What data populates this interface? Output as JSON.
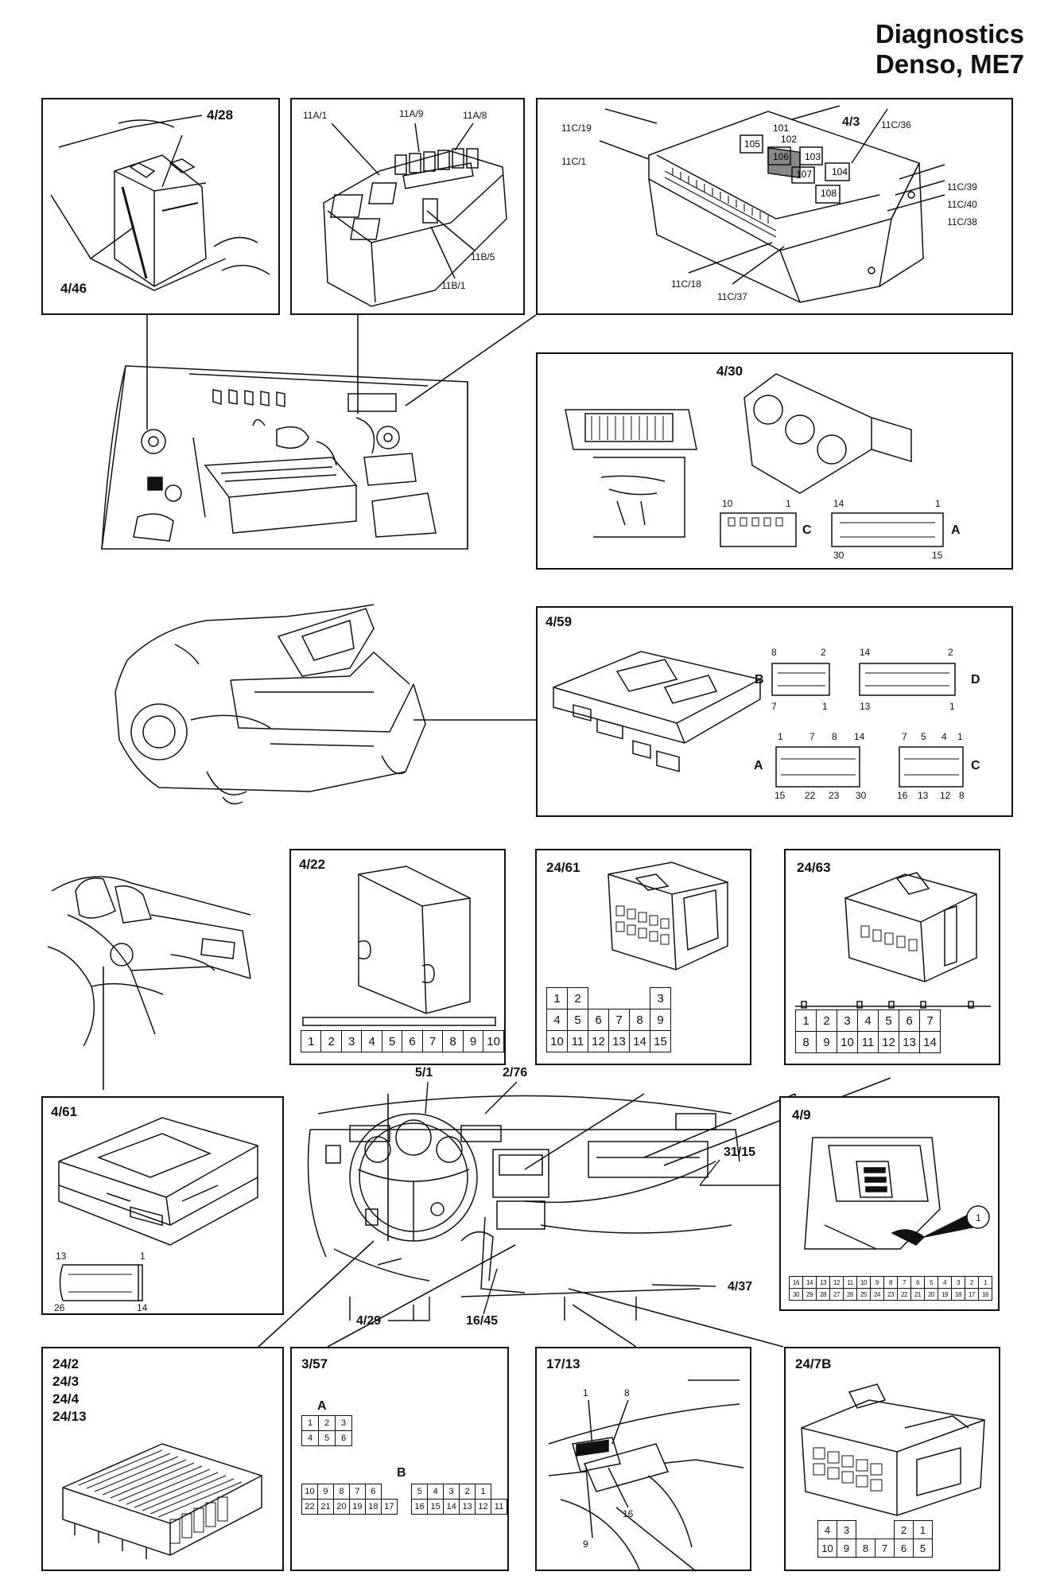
{
  "title": {
    "line1": "Diagnostics",
    "line2": "Denso, ME7"
  },
  "panels": {
    "battery": {
      "top_label": "4/28",
      "bottom_label": "4/46"
    },
    "relay_box": {
      "labels": [
        "11A/1",
        "11A/9",
        "11A/8",
        "11B/5",
        "11B/1"
      ]
    },
    "fuse_box": {
      "labels": [
        "11C/19",
        "11C/1",
        "4/3",
        "11C/36",
        "11C/39",
        "11C/40",
        "11C/38",
        "11C/18",
        "11C/37"
      ],
      "relays": [
        "101",
        "102",
        "103",
        "104",
        "105",
        "106",
        "107",
        "108"
      ]
    },
    "climate": {
      "label": "4/30",
      "connector_c": {
        "letter": "C",
        "pin_left": "10",
        "pin_right": "1"
      },
      "connector_a": {
        "letter": "A",
        "pins": [
          "14",
          "1",
          "30",
          "15"
        ]
      }
    },
    "module_459": {
      "label": "4/59",
      "conn_b": {
        "letter": "B",
        "pins": [
          "8",
          "2",
          "7",
          "1"
        ]
      },
      "conn_d": {
        "letter": "D",
        "pins": [
          "14",
          "2",
          "13",
          "1"
        ]
      },
      "conn_a": {
        "letter": "A",
        "pins": [
          "1",
          "7",
          "8",
          "14",
          "15",
          "22",
          "23",
          "30"
        ]
      },
      "conn_c": {
        "letter": "C",
        "pins": [
          "7",
          "5",
          "4",
          "1",
          "16",
          "13",
          "12",
          "8"
        ]
      }
    },
    "p422": {
      "label": "4/22",
      "grid": [
        [
          "1",
          "2",
          "3",
          "4",
          "5",
          "6",
          "7",
          "8",
          "9",
          "10"
        ]
      ]
    },
    "p2461": {
      "label": "24/61",
      "grid": [
        [
          "1",
          "2",
          "",
          "",
          "",
          "3"
        ],
        [
          "4",
          "5",
          "6",
          "7",
          "8",
          "9"
        ],
        [
          "10",
          "11",
          "12",
          "13",
          "14",
          "15"
        ]
      ]
    },
    "p2463": {
      "label": "24/63",
      "grid": [
        [
          "1",
          "2",
          "3",
          "4",
          "5",
          "6",
          "7"
        ],
        [
          "8",
          "9",
          "10",
          "11",
          "12",
          "13",
          "14"
        ]
      ]
    },
    "p461": {
      "label": "4/61",
      "pins": [
        "13",
        "1",
        "26",
        "14"
      ]
    },
    "p49": {
      "label": "4/9",
      "callout": "1",
      "grid": [
        [
          "16",
          "14",
          "13",
          "12",
          "11",
          "10",
          "9",
          "8",
          "7",
          "6",
          "5",
          "4",
          "3",
          "2",
          "1"
        ],
        [
          "30",
          "29",
          "28",
          "27",
          "26",
          "25",
          "24",
          "23",
          "22",
          "21",
          "20",
          "19",
          "18",
          "17",
          "16"
        ]
      ]
    },
    "p242": {
      "labels": [
        "24/2",
        "24/3",
        "24/4",
        "24/13"
      ]
    },
    "p357": {
      "label": "3/57",
      "conn_a": {
        "letter": "A",
        "grid": [
          [
            "1",
            "2",
            "3"
          ],
          [
            "4",
            "5",
            "6"
          ]
        ]
      },
      "conn_b": {
        "letter": "B",
        "grid": [
          [
            "10",
            "9",
            "8",
            "7",
            "6",
            "",
            "",
            "5",
            "4",
            "3",
            "2",
            "1"
          ],
          [
            "22",
            "21",
            "20",
            "19",
            "18",
            "17",
            "",
            "16",
            "15",
            "14",
            "13",
            "12",
            "11"
          ]
        ]
      }
    },
    "p1713": {
      "label": "17/13",
      "pins": [
        "1",
        "8",
        "16",
        "9"
      ]
    },
    "p247b": {
      "label": "24/7B",
      "grid": [
        [
          "4",
          "3",
          "",
          "",
          "2",
          "1"
        ],
        [
          "10",
          "9",
          "8",
          "7",
          "6",
          "5"
        ]
      ]
    }
  },
  "dashboard_callouts": [
    "5/1",
    "2/76",
    "31/15",
    "4/37",
    "4/29",
    "16/45"
  ]
}
